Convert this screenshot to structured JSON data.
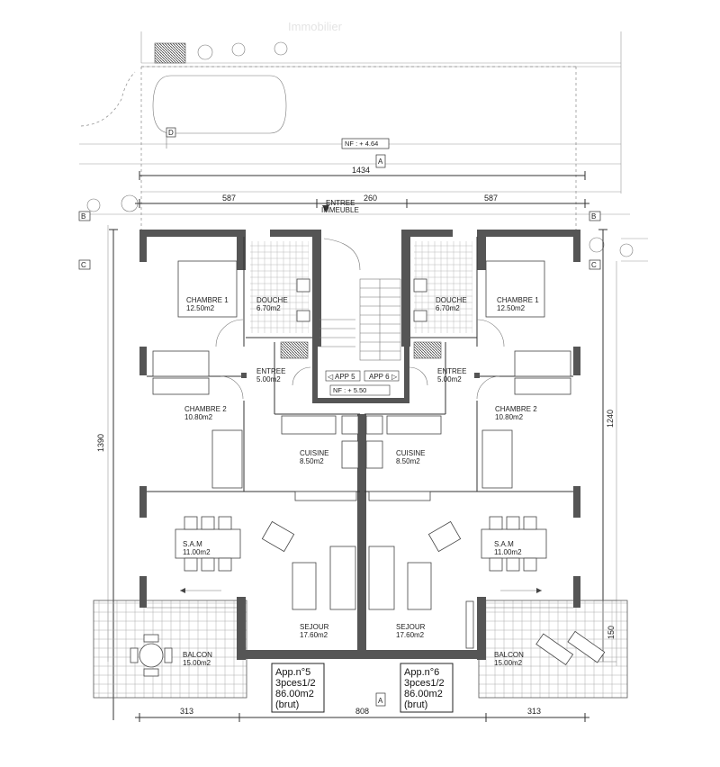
{
  "plan": {
    "site": {
      "nf_site": "NF : + 4.64",
      "nf_stair": "NF : + 5.50",
      "entrance": "ENTREE\nIMMEUBLE",
      "section_marks": [
        "A",
        "A",
        "B",
        "B",
        "C",
        "C",
        "D"
      ],
      "faint_top_text": "Immobilier"
    },
    "dimensions": {
      "total_width": "1434",
      "left_wing": "587",
      "center": "260",
      "right_wing": "587",
      "left_height": "1390",
      "right_height": "1240",
      "bottom_left": "313",
      "bottom_center": "808",
      "bottom_right": "313",
      "balcony_depth": "150"
    },
    "apartments": [
      {
        "id": "left",
        "label": "APP 5",
        "rooms": [
          {
            "name": "CHAMBRE 1",
            "area": "12.50m2"
          },
          {
            "name": "DOUCHE",
            "area": "6.70m2"
          },
          {
            "name": "ENTREE",
            "area": "5.00m2"
          },
          {
            "name": "CHAMBRE 2",
            "area": "10.80m2"
          },
          {
            "name": "CUISINE",
            "area": "8.50m2"
          },
          {
            "name": "S.A.M",
            "area": "11.00m2"
          },
          {
            "name": "SEJOUR",
            "area": "17.60m2"
          },
          {
            "name": "BALCON",
            "area": "15.00m2"
          }
        ],
        "card": [
          "App.n°5",
          "3pces1/2",
          "86.00m2",
          "(brut)"
        ]
      },
      {
        "id": "right",
        "label": "APP 6",
        "rooms": [
          {
            "name": "CHAMBRE 1",
            "area": "12.50m2"
          },
          {
            "name": "DOUCHE",
            "area": "6.70m2"
          },
          {
            "name": "ENTREE",
            "area": "5.00m2"
          },
          {
            "name": "CHAMBRE 2",
            "area": "10.80m2"
          },
          {
            "name": "CUISINE",
            "area": "8.50m2"
          },
          {
            "name": "S.A.M",
            "area": "11.00m2"
          },
          {
            "name": "SEJOUR",
            "area": "17.60m2"
          },
          {
            "name": "BALCON",
            "area": "15.00m2"
          }
        ],
        "card": [
          "App.n°6",
          "3pces1/2",
          "86.00m2",
          "(brut)"
        ]
      }
    ]
  },
  "colors": {
    "wall": "#555555",
    "line": "#333333",
    "background": "#ffffff"
  }
}
